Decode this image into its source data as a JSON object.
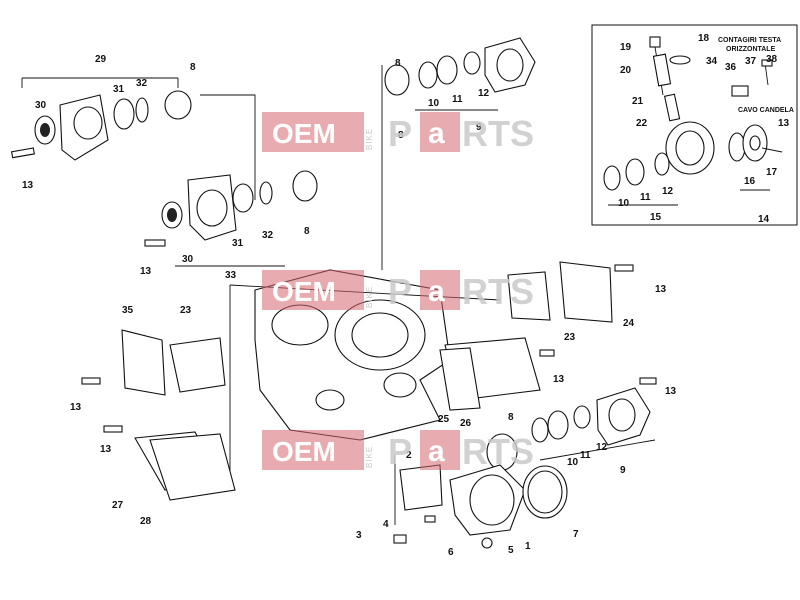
{
  "inset": {
    "title_line1": "CONTAGIRI TESTA",
    "title_line2": "ORIZZONTALE",
    "cable_label": "CAVO CANDELA",
    "callouts": [
      "19",
      "18",
      "20",
      "34",
      "36",
      "37",
      "38",
      "21",
      "22",
      "13",
      "10",
      "11",
      "12",
      "16",
      "17",
      "15",
      "14"
    ]
  },
  "callouts_main": [
    "29",
    "8",
    "30",
    "31",
    "32",
    "13",
    "9",
    "10",
    "11",
    "12",
    "8",
    "33",
    "31",
    "32",
    "30",
    "13",
    "35",
    "23",
    "13",
    "13",
    "24",
    "23",
    "13",
    "25",
    "26",
    "13",
    "13",
    "8",
    "27",
    "28",
    "2",
    "10",
    "11",
    "12",
    "9",
    "4",
    "3",
    "6",
    "5",
    "1",
    "7"
  ],
  "watermark": {
    "brand_a": "OEM",
    "brand_b": "BIKE",
    "brand_c": "P",
    "brand_d": "a",
    "brand_e": "RTS"
  },
  "colors": {
    "watermark_red": "#d5686f",
    "line": "#111111"
  }
}
